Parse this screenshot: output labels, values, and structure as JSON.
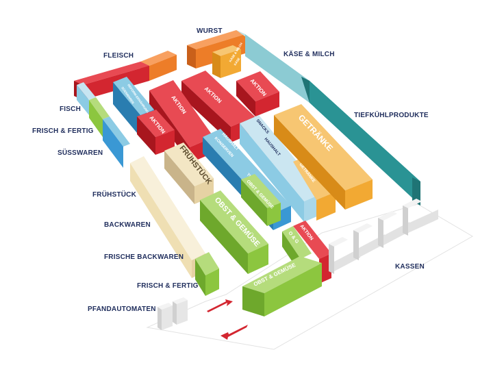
{
  "colors": {
    "red": "#d32630",
    "orange": "#ed7d28",
    "amber": "#f2a933",
    "teal": "#2a9394",
    "lightblue": "#8ccbe4",
    "blue": "#3a98d4",
    "green": "#8cc63f",
    "beige": "#f2e3b8",
    "tan": "#e6d2a4",
    "gray": "#e6e6e6",
    "label": "#1f2d5c"
  },
  "labels": {
    "wurst": "WURST",
    "fleisch": "FLEISCH",
    "kaese_milch": "KÄSE & MILCH",
    "fisch": "FISCH",
    "frisch_fertig_top": "FRISCH & FERTIG",
    "tiefkuehl": "TIEFKÜHLPRODUKTE",
    "suesswaren": "SÜSSWAREN",
    "fruehstueck": "FRÜHSTÜCK",
    "backwaren": "BACKWAREN",
    "frische_backwaren": "FRISCHE BACKWAREN",
    "frisch_fertig_bottom": "FRISCH & FERTIG",
    "kassen": "KASSEN",
    "pfandautomaten": "PFANDAUTOMATEN"
  },
  "shelves": {
    "aktion_1": "AKTION",
    "aktion_2": "AKTION",
    "aktion_3": "AKTION",
    "aktion_4": "AKTION",
    "aktion_5": "AKTION",
    "fruehstueck": "FRÜHSTÜCK",
    "getraenke": "GETRÄNKE",
    "getraenke_small": "GETRÄNKE",
    "haushalt_1": "HAUSHALT",
    "konserven": "KONSERVEN",
    "snacks": "SNACKS",
    "haushalt_2": "HAUSHALT",
    "tiernahrung": "TIERNAHRUNG",
    "obst_gemuese_small": "OBST & GEMÜSE",
    "obst_gemuese_big": "OBST & GEMÜSE",
    "obst_gemuese_bottom": "OBST & GEMÜSE",
    "o_g": "O & G",
    "kaese_tag1": "KÄSE & MILCH",
    "kaese_tag2": "KÄSE",
    "reform_tag": "REFORM-ERNÄHRUNG",
    "suesswaren_tag": "SÜSSWAREN"
  }
}
